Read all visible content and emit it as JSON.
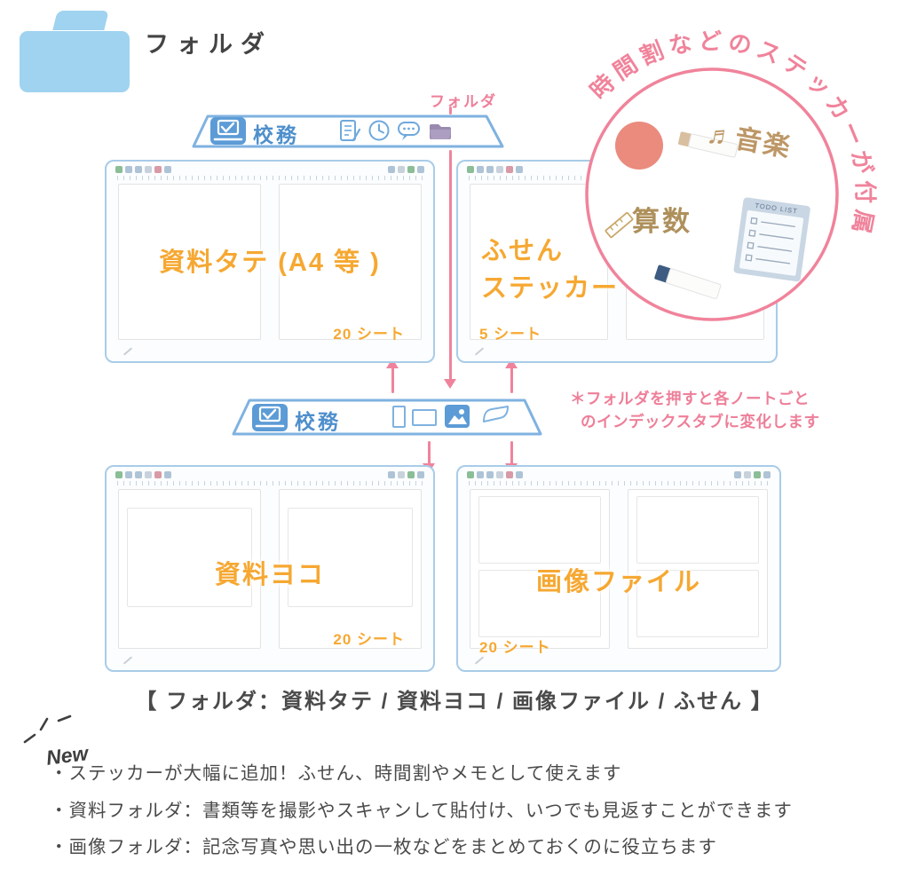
{
  "page": {
    "title": "フォルダ",
    "new_badge": "New",
    "caption": "【 フォルダ：資料タテ / 資料ヨコ / 画像ファイル / ふせん 】",
    "bullets": [
      "・ステッカーが大幅に追加！ふせん、時間割やメモとして使えます",
      "・資料フォルダ：書類等を撮影やスキャンして貼付け、いつでも見返すことができます",
      "・画像フォルダ：記念写真や思い出の一枚などをまとめておくのに役立ちます"
    ]
  },
  "pointer": {
    "folder_label": "フォルダ"
  },
  "tabbar_top": {
    "label": "校務"
  },
  "tabbar_mid": {
    "label": "校務"
  },
  "note": {
    "line1": "＊フォルダを押すと各ノートごと",
    "line2": "のインデックスタブに変化します"
  },
  "notebooks": {
    "tate": {
      "title": "資料タテ (A4 等 )",
      "sheets": "20 シート"
    },
    "fusen": {
      "line1": "ふせん",
      "line2": "ステッカー",
      "sheets": "5 シート"
    },
    "yoko": {
      "title": "資料ヨコ",
      "sheets": "20 シート"
    },
    "gazou": {
      "title": "画像ファイル",
      "sheets": "20 シート"
    }
  },
  "stickers": {
    "curved_text": "時間割などのステッカーが付属",
    "music": "♬音楽",
    "math": "算数",
    "todo_title": "TODO LIST"
  },
  "icons": {
    "tab_app": "laptop-check-icon",
    "doc": "document-icon",
    "clock": "clock-icon",
    "chat": "speech-bubble-icon",
    "folder": "folder-icon",
    "page_portrait": "portrait-page-icon",
    "page_landscape": "landscape-page-icon",
    "image": "image-icon",
    "sheet": "curved-sheet-icon"
  },
  "colors": {
    "accent_pink": "#F0839B",
    "accent_orange": "#F6A832",
    "tab_blue": "#5C9BD6",
    "outline_blue": "#7FB2E0",
    "notebook_border": "#A9CCE8",
    "folder_blue": "#9FD3F0",
    "text_dark": "#4A4A4A",
    "salmon": "#EA8B7E",
    "tan": "#BD9767",
    "navy": "#3E5C82"
  }
}
